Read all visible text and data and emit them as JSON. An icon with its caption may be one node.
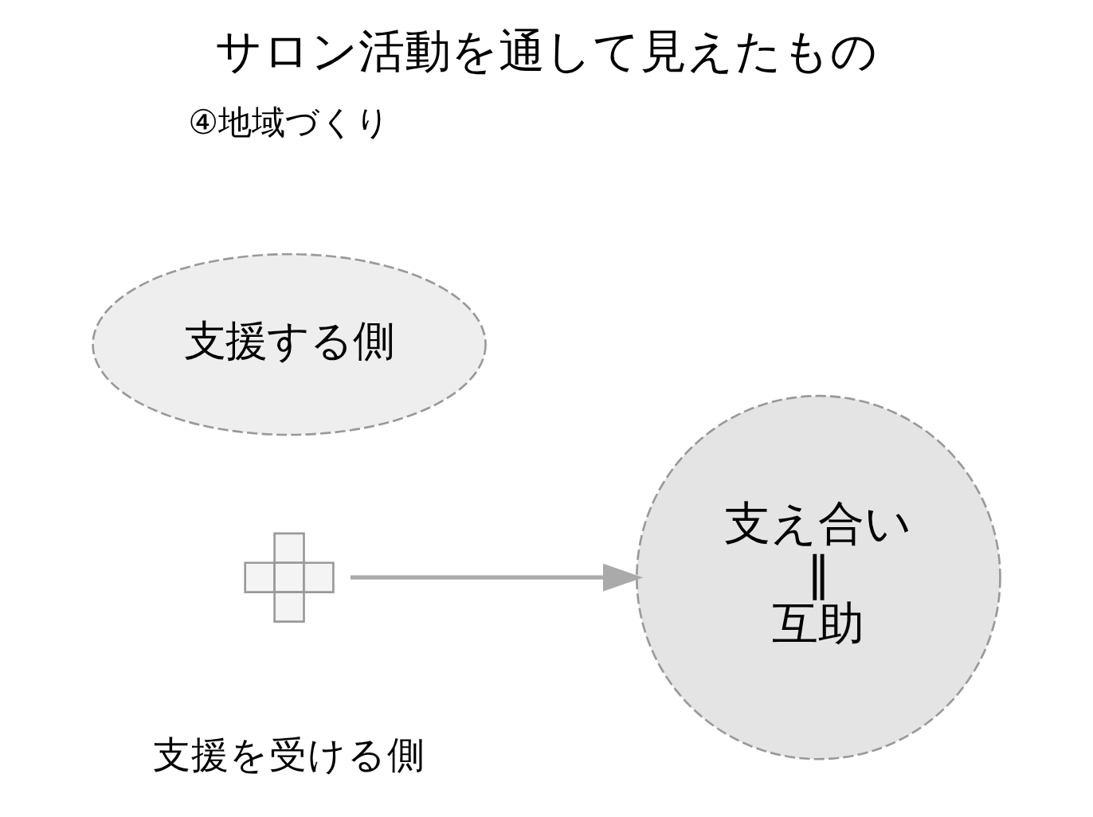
{
  "diagram": {
    "title": "サロン活動を通して見えたもの",
    "nodes": [
      {
        "text": [
          "支援する側"
        ]
      },
      {
        "text": [],
        "shape": "cross"
      },
      {
        "text": [
          "支援を受ける側"
        ]
      },
      {
        "text": [
          "支え合い",
          "‖",
          "互助"
        ]
      }
    ],
    "edges": [
      {
        "from": 1,
        "to": 3,
        "arrow": "to"
      }
    ],
    "labels": [
      "④地域づくり"
    ]
  }
}
